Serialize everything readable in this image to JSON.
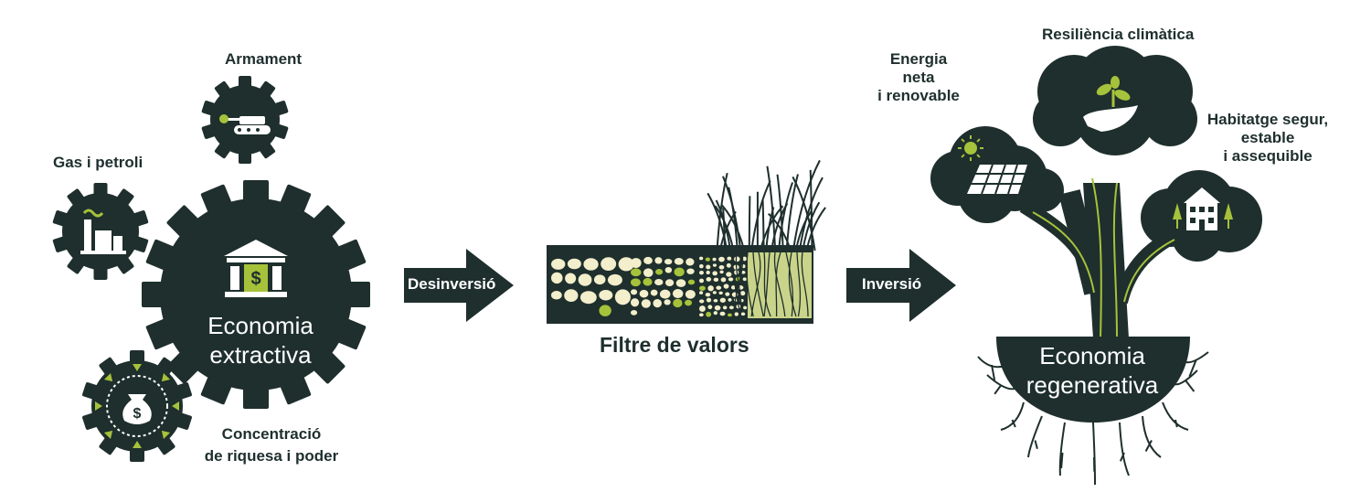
{
  "colors": {
    "dark": "#1e2f2d",
    "green": "#a6c23b",
    "light_green": "#c9d48a",
    "cream": "#f3eecb",
    "white": "#ffffff"
  },
  "left": {
    "main_gear_line1": "Economia",
    "main_gear_line2": "extractiva",
    "armament": "Armament",
    "gas": "Gas i petroli",
    "wealth_line1": "Concentració",
    "wealth_line2": "de riquesa i poder"
  },
  "arrows": {
    "divest": "Desinversió",
    "invest": "Inversió"
  },
  "filter": {
    "title": "Filtre de valors"
  },
  "right": {
    "tree_line1": "Economia",
    "tree_line2": "regenerativa",
    "resilience": "Resiliència climàtica",
    "energy_line1": "Energia",
    "energy_line2": "neta",
    "energy_line3": "i renovable",
    "housing_line1": "Habitatge segur,",
    "housing_line2": "estable",
    "housing_line3": "i assequible"
  },
  "icons": [
    "bank-icon",
    "tank-icon",
    "oil-refinery-icon",
    "money-bag-icon",
    "sun-icon",
    "solar-panel-icon",
    "seedling-hand-icon",
    "house-icon",
    "tree-icon"
  ]
}
